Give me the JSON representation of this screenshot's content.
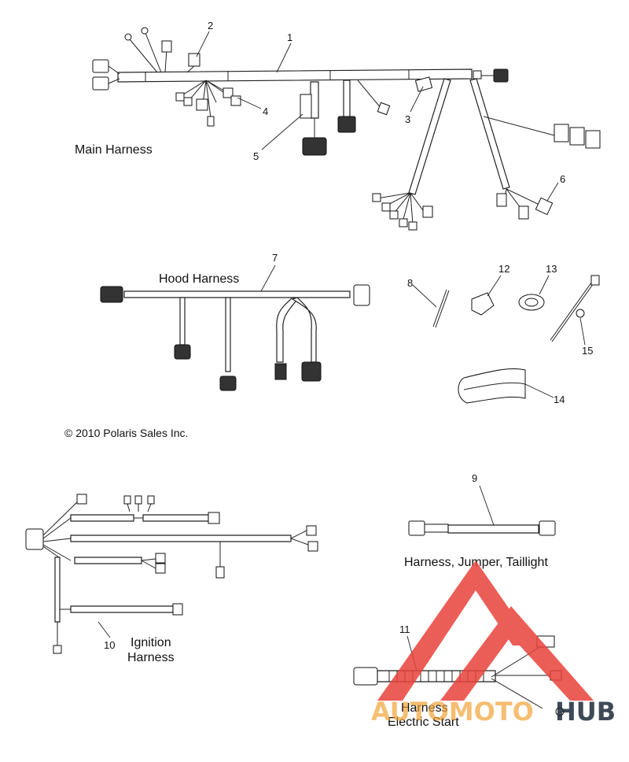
{
  "diagram": {
    "part_numbers": [
      "1",
      "2",
      "3",
      "4",
      "5",
      "6",
      "7",
      "8",
      "9",
      "10",
      "11",
      "12",
      "13",
      "14",
      "15"
    ],
    "titles": {
      "main_harness": "Main Harness",
      "hood_harness": "Hood Harness",
      "jumper_taillight": "Harness, Jumper, Taillight",
      "ignition_line1": "Ignition",
      "ignition_line2": "Harness",
      "electric_start_line1": "Harness",
      "electric_start_line2": "Electric Start"
    },
    "copyright": "© 2010 Polaris Sales Inc."
  },
  "watermark": {
    "text_a": "AUTOMOTO",
    "text_b": "HUB",
    "color_red": "#e8423a",
    "color_orange": "#f0a030",
    "color_dark": "#1e2a3a"
  }
}
